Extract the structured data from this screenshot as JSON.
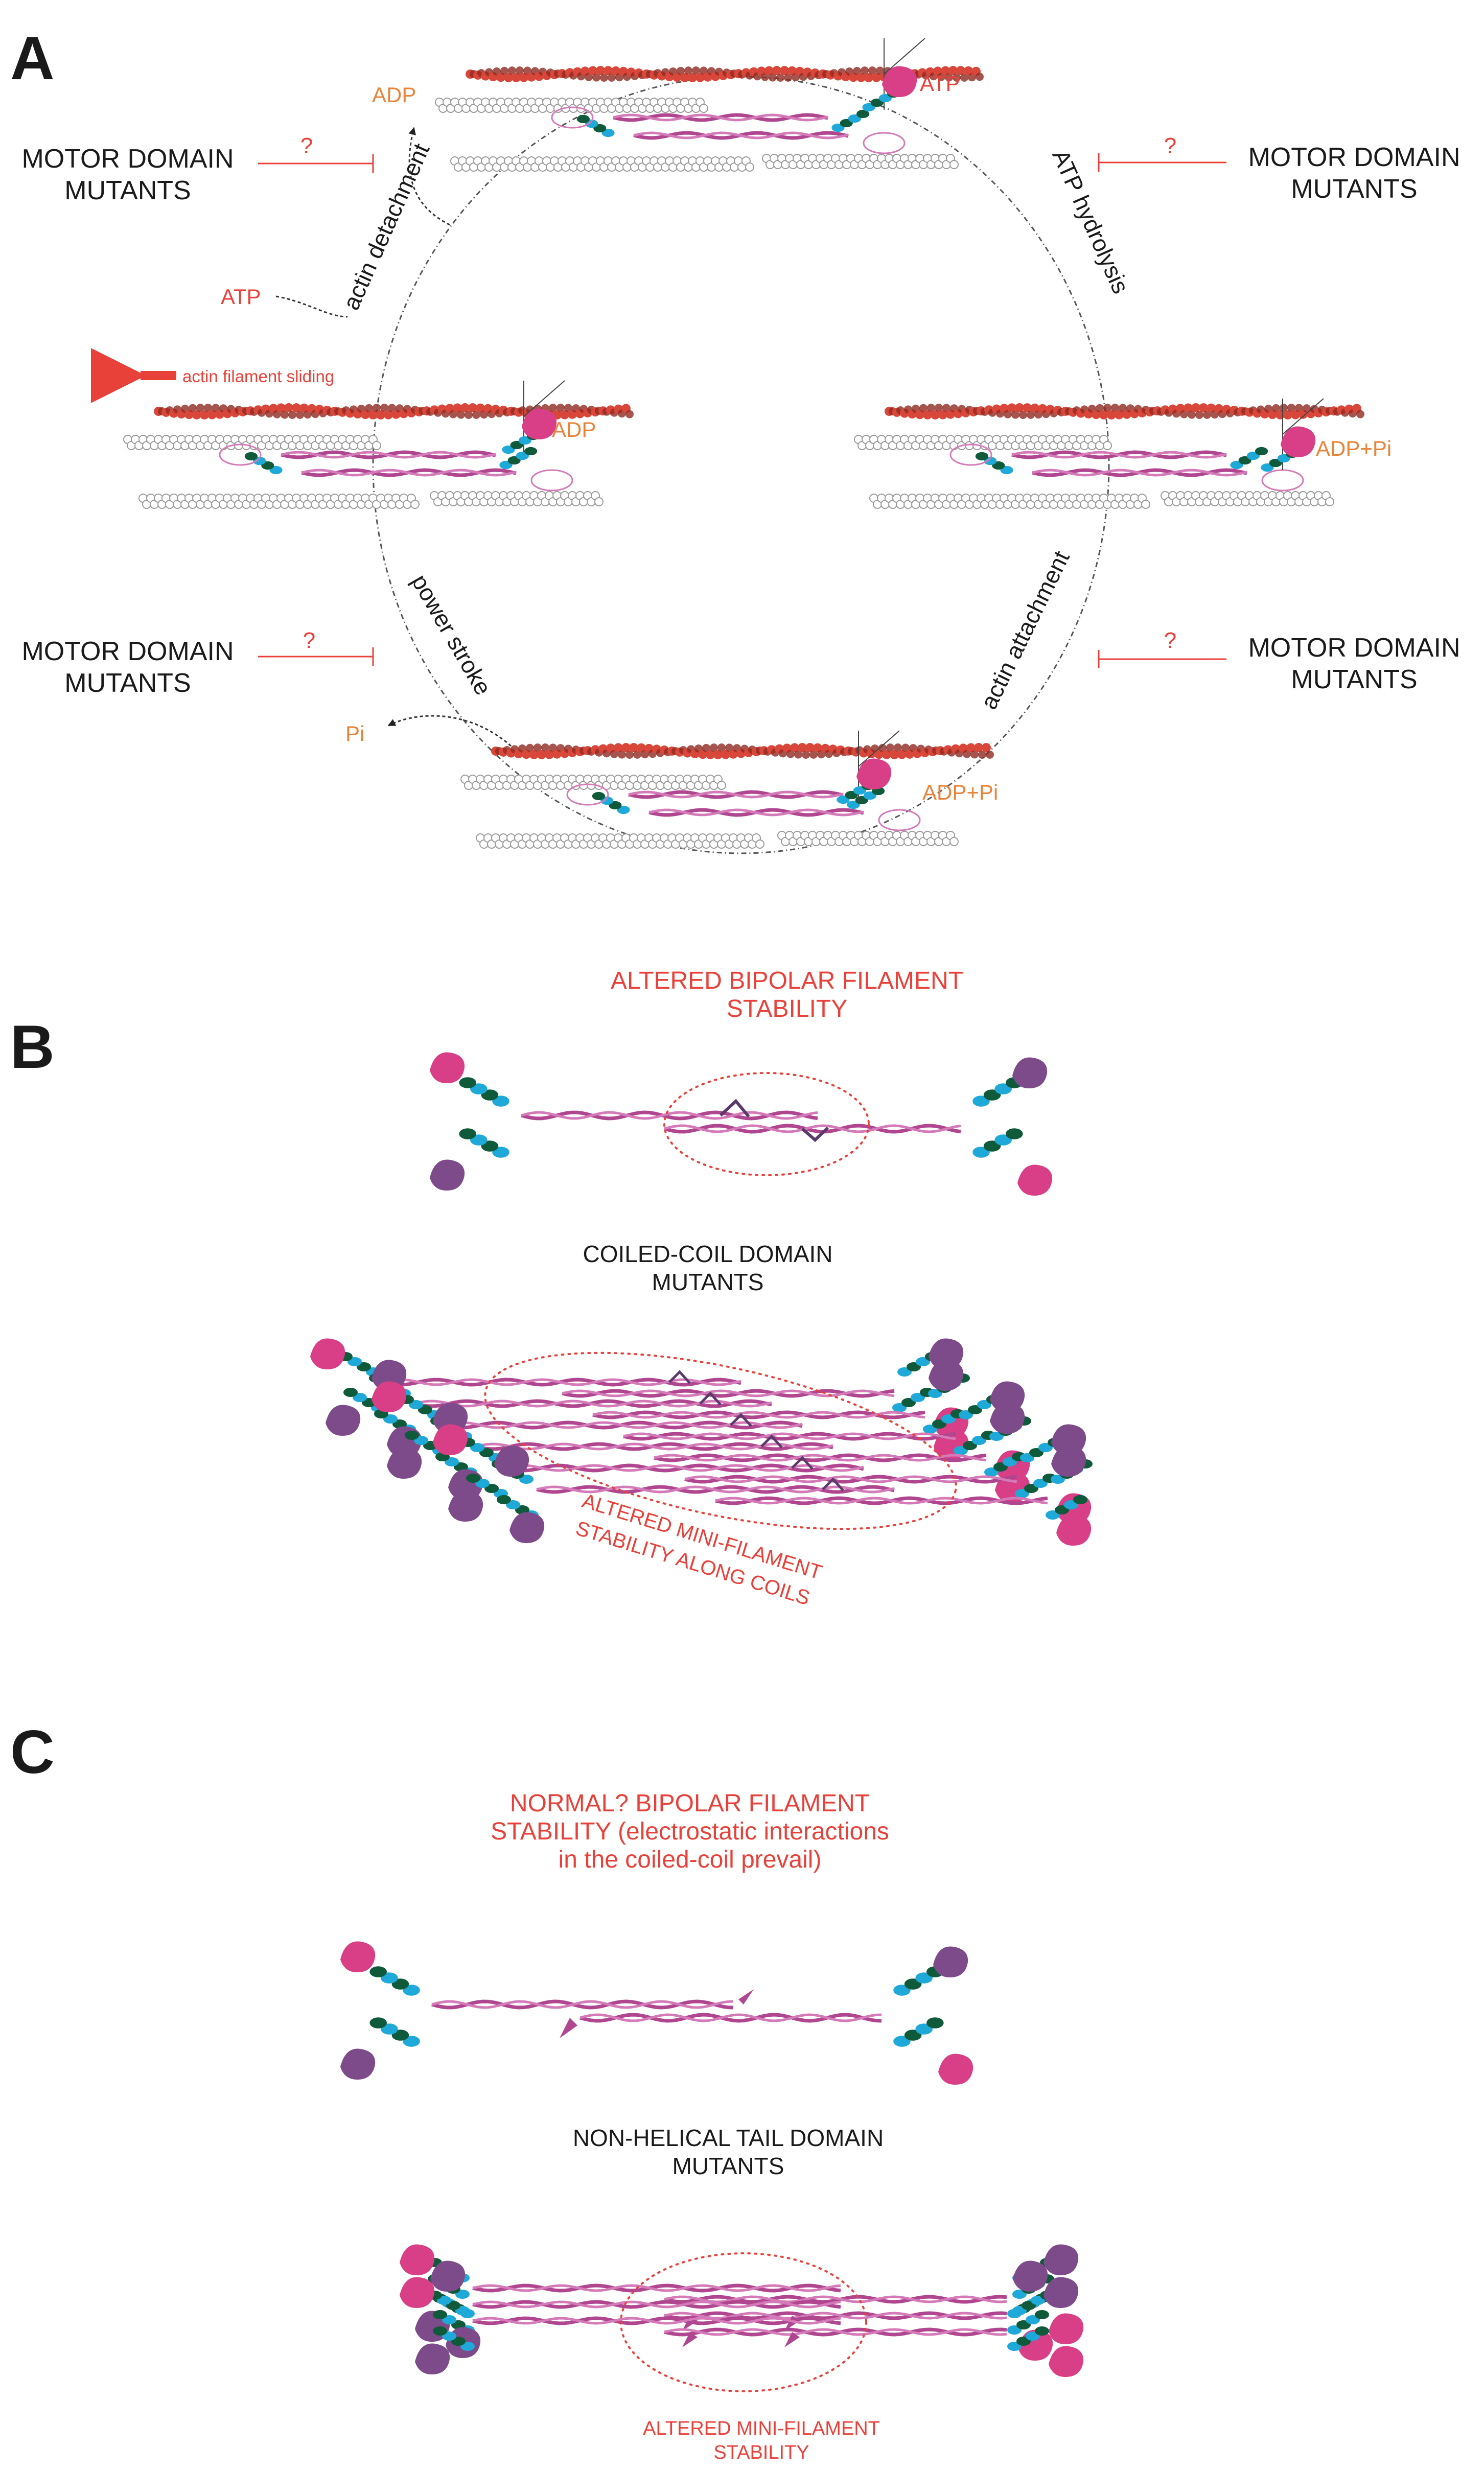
{
  "colors": {
    "red": "#e8413a",
    "orange": "#e8843a",
    "actin": "#d9463a",
    "actin_dark": "#8e2a22",
    "myosin": "#b0468f",
    "myosin_light": "#d47ab8",
    "head_pink": "#d83f86",
    "head_purple": "#7d4a8a",
    "lever_green": "#0f5a3a",
    "lever_blue": "#1fa9d8",
    "thick_ring": "#9a9a9a",
    "text": "#1a1a1a"
  },
  "panel_a": {
    "label": "A",
    "motor_left_top": [
      "MOTOR DOMAIN",
      "MUTANTS"
    ],
    "motor_right_top": [
      "MOTOR DOMAIN",
      "MUTANTS"
    ],
    "motor_left_bottom": [
      "MOTOR DOMAIN",
      "MUTANTS"
    ],
    "motor_right_bottom": [
      "MOTOR DOMAIN",
      "MUTANTS"
    ],
    "question": "?",
    "step_actin_detachment": "actin detachment",
    "step_atp_hydrolysis": "ATP hydrolysis",
    "step_power_stroke": "power stroke",
    "step_actin_attachment": "actin attachment",
    "adp_out": "ADP",
    "atp_in": "ATP",
    "pi_out": "Pi",
    "sliding": "actin filament sliding",
    "state_top": "ATP",
    "state_left": "ADP",
    "state_right": "ADP+Pi",
    "state_bottom": "ADP+Pi"
  },
  "panel_b": {
    "label": "B",
    "title": [
      "ALTERED BIPOLAR FILAMENT",
      "STABILITY"
    ],
    "caption": [
      "COILED-COIL DOMAIN",
      "MUTANTS"
    ],
    "mini": [
      "ALTERED MINI-FILAMENT",
      "STABILITY ALONG COILS"
    ]
  },
  "panel_c": {
    "label": "C",
    "title": [
      "NORMAL?  BIPOLAR FILAMENT",
      "STABILITY (electrostatic interactions",
      "in the coiled-coil prevail)"
    ],
    "caption": [
      "NON-HELICAL TAIL DOMAIN",
      "MUTANTS"
    ],
    "mini": [
      "ALTERED MINI-FILAMENT",
      "STABILITY"
    ]
  }
}
